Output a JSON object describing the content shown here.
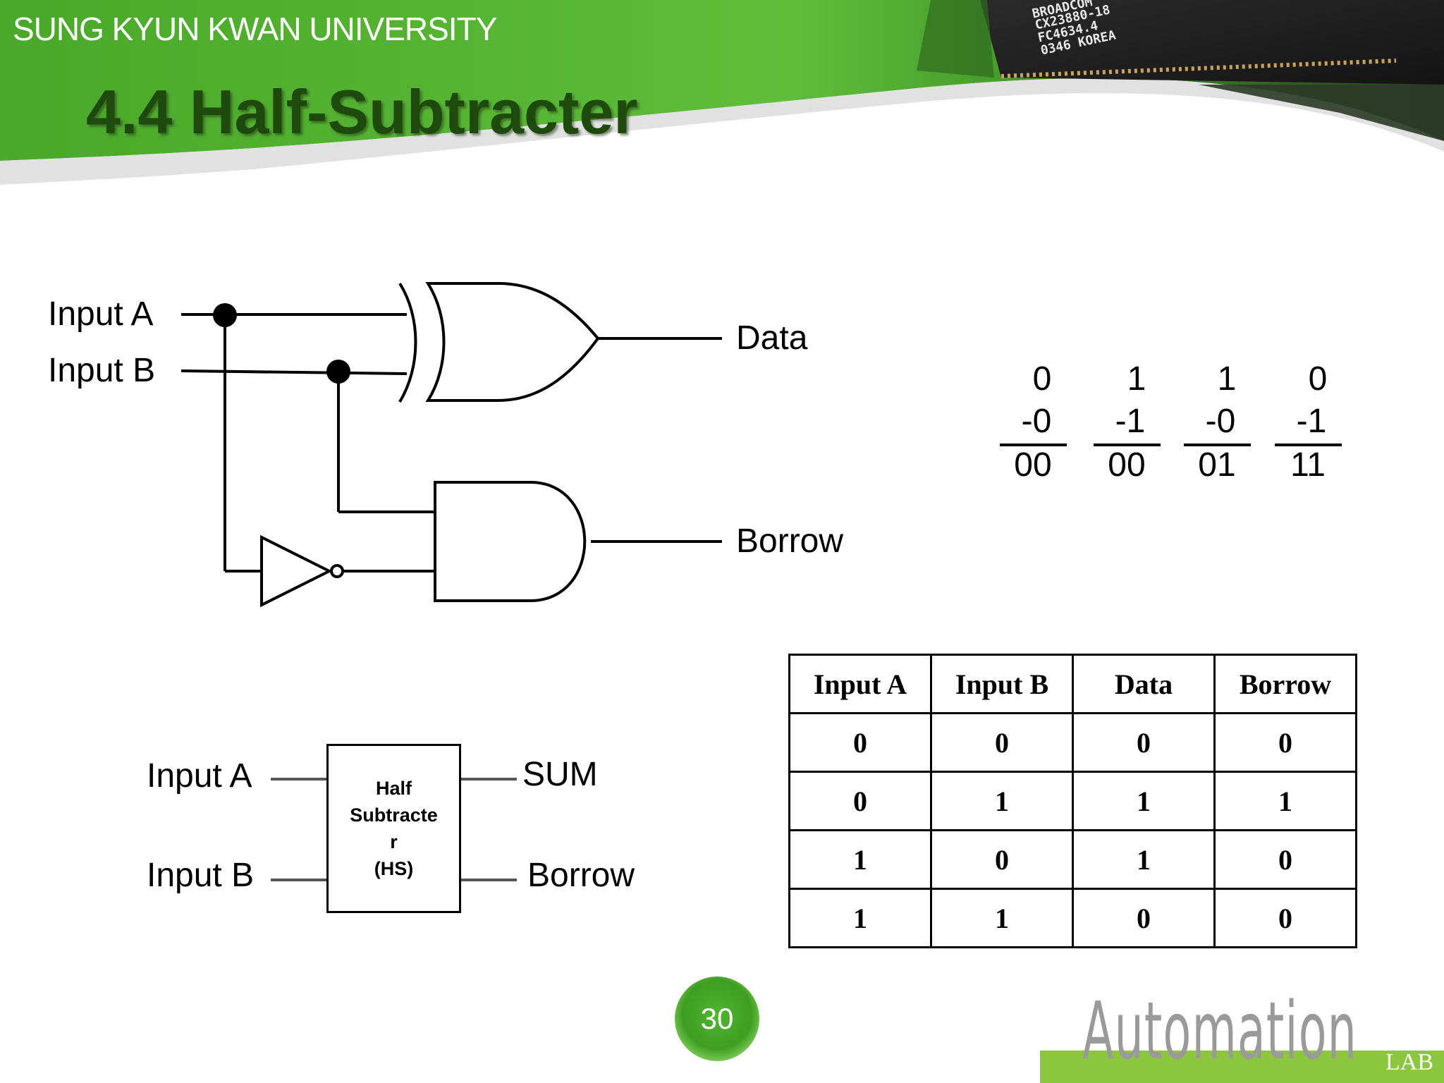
{
  "header": {
    "university": "SUNG KYUN KWAN UNIVERSITY",
    "title": "4.4 Half-Subtracter",
    "chip_lines": [
      "BROADCOM",
      "CX23880-18",
      "FC4634.4",
      "0346 KOREA"
    ]
  },
  "circuit": {
    "input_a": "Input A",
    "input_b": "Input B",
    "output_data": "Data",
    "output_borrow": "Borrow"
  },
  "subtraction_examples": [
    {
      "top": "0",
      "minus": "-0",
      "result": "00"
    },
    {
      "top": "1",
      "minus": "-1",
      "result": "00"
    },
    {
      "top": "1",
      "minus": "-0",
      "result": "01"
    },
    {
      "top": "0",
      "minus": "-1",
      "result": "11"
    }
  ],
  "block": {
    "input_a": "Input A",
    "input_b": "Input B",
    "box_line1": "Half",
    "box_line2": "Subtracte",
    "box_line3": "r",
    "box_line4": "(HS)",
    "output_sum": "SUM",
    "output_borrow": "Borrow"
  },
  "truth_table": {
    "headers": [
      "Input A",
      "Input B",
      "Data",
      "Borrow"
    ],
    "rows": [
      [
        "0",
        "0",
        "0",
        "0"
      ],
      [
        "0",
        "1",
        "1",
        "1"
      ],
      [
        "1",
        "0",
        "1",
        "0"
      ],
      [
        "1",
        "1",
        "0",
        "0"
      ]
    ]
  },
  "footer": {
    "page_number": "30",
    "logo_word": "Automation",
    "logo_lab": "LAB"
  },
  "colors": {
    "header_green": "#4fae2c",
    "title_dark_green": "#1f4a0d",
    "logo_green": "#8cc63f"
  }
}
